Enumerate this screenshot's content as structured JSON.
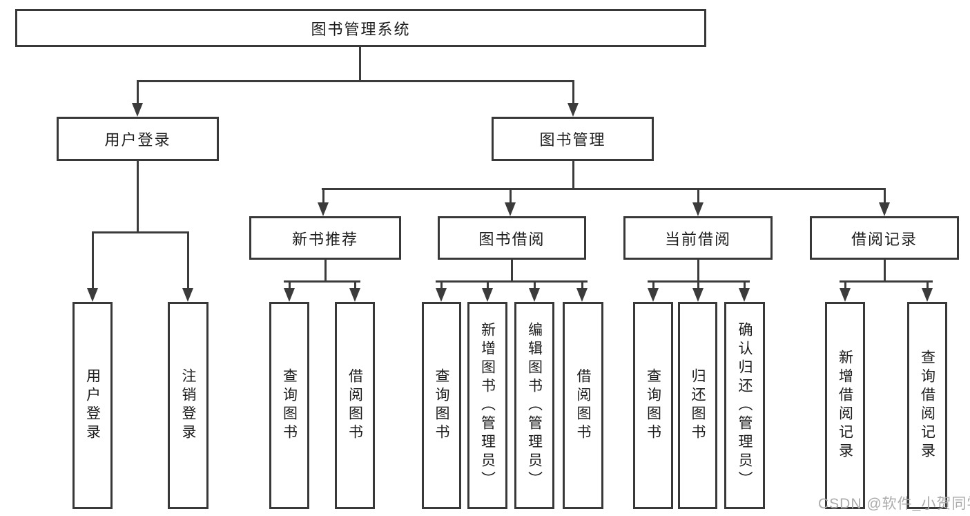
{
  "diagram": {
    "watermark": "CSDN @软件_小贺同学",
    "colors": {
      "line": "#3b3b3b",
      "box_border": "#383838",
      "text": "#1c1c1c",
      "watermark": "#ababab",
      "background": "#ffffff"
    }
  },
  "tree": {
    "root": {
      "label": "图书管理系统"
    },
    "branches": [
      {
        "label": "用户登录",
        "children": [
          {
            "label": "用户登录"
          },
          {
            "label": "注销登录"
          }
        ]
      },
      {
        "label": "图书管理",
        "children": [
          {
            "label": "新书推荐",
            "children": [
              {
                "label": "查询图书"
              },
              {
                "label": "借阅图书"
              }
            ]
          },
          {
            "label": "图书借阅",
            "children": [
              {
                "label": "查询图书"
              },
              {
                "label": "新增图书（管理员）"
              },
              {
                "label": "编辑图书（管理员）"
              },
              {
                "label": "借阅图书"
              }
            ]
          },
          {
            "label": "当前借阅",
            "children": [
              {
                "label": "查询图书"
              },
              {
                "label": "归还图书"
              },
              {
                "label": "确认归还（管理员）"
              }
            ]
          },
          {
            "label": "借阅记录",
            "children": [
              {
                "label": "新增借阅记录"
              },
              {
                "label": "查询借阅记录"
              }
            ]
          }
        ]
      }
    ]
  }
}
